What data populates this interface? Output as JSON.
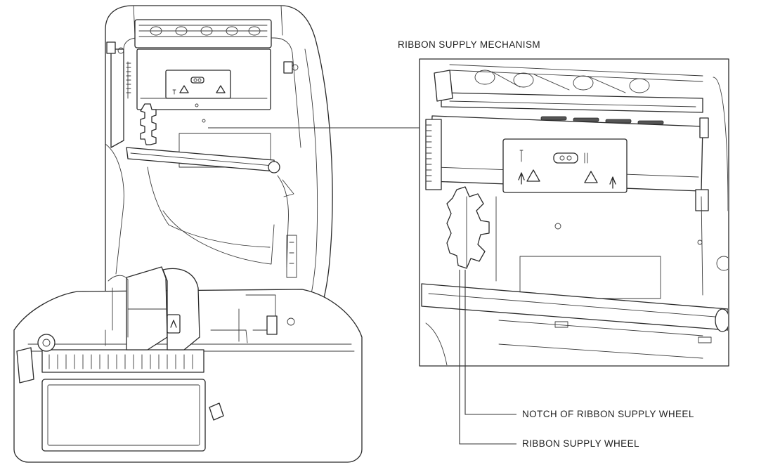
{
  "labels": {
    "mechanism": "RIBBON SUPPLY MECHANISM",
    "notch": "NOTCH OF RIBBON SUPPLY WHEEL",
    "wheel": "RIBBON SUPPLY WHEEL"
  }
}
